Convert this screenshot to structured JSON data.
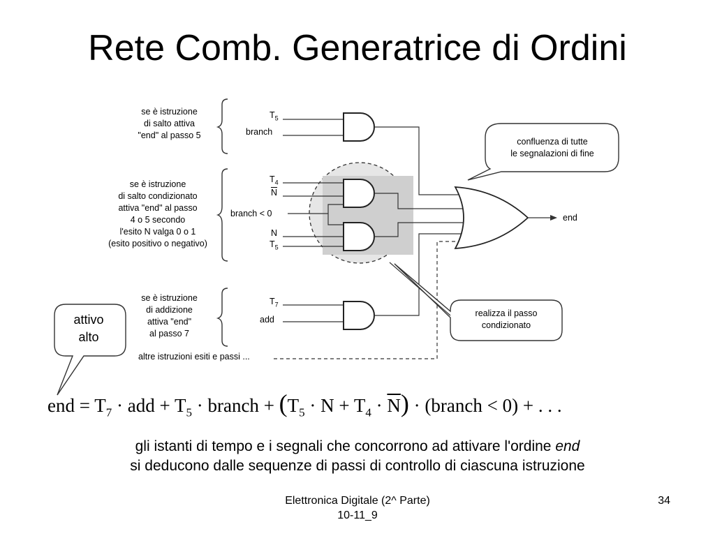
{
  "title": "Rete Comb. Generatrice di Ordini",
  "diagram": {
    "groups": [
      {
        "lines": [
          "se è istruzione",
          "di salto attiva",
          "\"end\" al passo 5"
        ]
      },
      {
        "lines": [
          "se è istruzione",
          "di salto condizionato",
          "attiva \"end\" al passo",
          "4 o 5 secondo",
          "l'esito N valga 0 o 1",
          "(esito positivo o negativo)"
        ]
      },
      {
        "lines": [
          "se è istruzione",
          "di addizione",
          "attiva \"end\"",
          "al passo 7"
        ]
      }
    ],
    "inputs": {
      "t5_a": {
        "base": "T",
        "sub": "5"
      },
      "branch": "branch",
      "t4": {
        "base": "T",
        "sub": "4"
      },
      "n_bar": "N",
      "branch_lt0": "branch < 0",
      "n": "N",
      "t5_b": {
        "base": "T",
        "sub": "5"
      },
      "t7": {
        "base": "T",
        "sub": "7"
      },
      "add": "add"
    },
    "others": "altre istruzioni esiti e passi ...",
    "output": "end",
    "callout_top": [
      "confluenza di tutte",
      "le segnalazioni di fine"
    ],
    "callout_bottom": [
      "realizza il passo",
      "condizionato"
    ]
  },
  "callout_left": [
    "attivo",
    "alto"
  ],
  "formula": {
    "lhs": "end",
    "eq": "=",
    "t": "T",
    "sub7": "7",
    "dot": "·",
    "add": "add",
    "plus": "+",
    "sub5": "5",
    "branch": "branch",
    "lparen": "(",
    "rparen": ")",
    "n": "N",
    "sub4": "4",
    "cond": "(branch < 0)",
    "tail": "+ . . ."
  },
  "body": {
    "line1_pre": "gli istanti di tempo e i segnali che concorrono ad attivare l'ordine ",
    "line1_em": "end",
    "line2": "si deducono dalle sequenze di passi di controllo di ciascuna istruzione"
  },
  "footer": {
    "center_line1": "Elettronica Digitale (2^ Parte)",
    "center_line2": "10-11_9",
    "page": "34"
  }
}
